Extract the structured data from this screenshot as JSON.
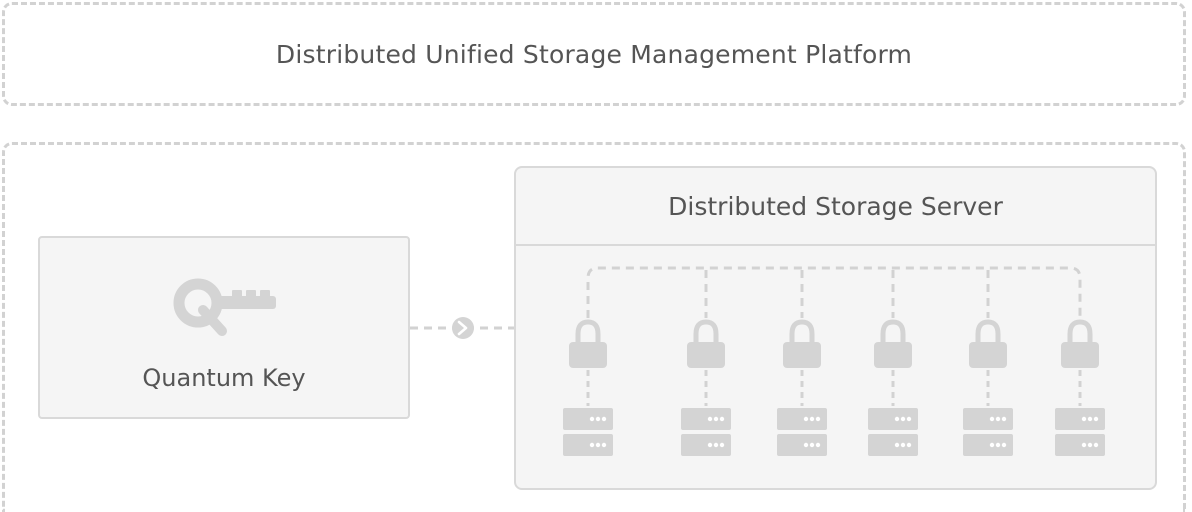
{
  "platform": {
    "title": "Distributed Unified Storage Management Platform"
  },
  "quantum_key": {
    "label": "Quantum Key",
    "icon": "key-icon"
  },
  "server": {
    "title": "Distributed Storage Server",
    "node_count": 6
  },
  "colors": {
    "line": "#d2d2d2",
    "icon": "#d4d4d4",
    "panel": "#f5f5f5",
    "text": "#555555"
  }
}
